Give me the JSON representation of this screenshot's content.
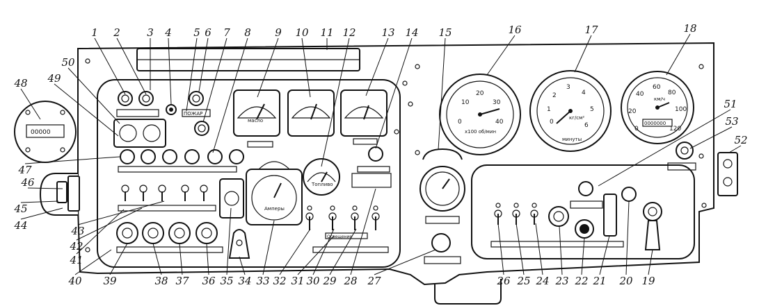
{
  "diagram": {
    "callout_numbers": [
      "1",
      "2",
      "3",
      "4",
      "5",
      "6",
      "7",
      "8",
      "9",
      "10",
      "11",
      "12",
      "13",
      "14",
      "15",
      "16",
      "17",
      "18",
      "19",
      "20",
      "21",
      "22",
      "23",
      "24",
      "25",
      "26",
      "27",
      "28",
      "29",
      "30",
      "31",
      "32",
      "33",
      "34",
      "35",
      "36",
      "37",
      "38",
      "39",
      "40",
      "41",
      "42",
      "43",
      "44",
      "45",
      "46",
      "47",
      "48",
      "49",
      "50",
      "51",
      "52",
      "53"
    ],
    "gauge_16": {
      "scale": [
        "0",
        "10",
        "20",
        "30",
        "40"
      ],
      "units": "х100 об/мин"
    },
    "gauge_17": {
      "scale": [
        "0",
        "1",
        "2",
        "3",
        "4",
        "5",
        "6"
      ],
      "units": "кг/см²",
      "sub": "минуты"
    },
    "gauge_18": {
      "scale": [
        "0",
        "20",
        "40",
        "60",
        "80",
        "100",
        "120"
      ],
      "units": "км/ч",
      "odometer": "0000000"
    },
    "gauge_48": {
      "odometer": "00000"
    },
    "gauge_33": {
      "label": "Амперы"
    },
    "gauge_12": {
      "label": "Топливо"
    },
    "gauge_9": {
      "label": "масло"
    },
    "label_5": "ПОЖАР",
    "label_31": "Освещение"
  }
}
